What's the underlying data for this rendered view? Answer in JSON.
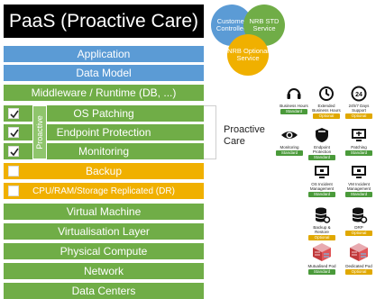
{
  "title": "PaaS (Proactive Care)",
  "layers": {
    "application": "Application",
    "data_model": "Data Model",
    "middleware": "Middleware / Runtime (DB, ...)",
    "os_patching": "OS Patching",
    "endpoint_protection": "Endpoint Protection",
    "monitoring": "Monitoring",
    "backup": "Backup",
    "replication": "CPU/RAM/Storage Replicated (DR)",
    "virtual_machine": "Virtual Machine",
    "virtualisation": "Virtualisation Layer",
    "physical_compute": "Physical Compute",
    "network": "Network",
    "data_centers": "Data Centers"
  },
  "proactive_strip": "Proactive",
  "proactive_label": "Proactive Care",
  "legend": {
    "customer": "Customer Controlled",
    "nrb_std": "NRB STD Service",
    "nrb_optional": "NRB Optional Service"
  },
  "colors": {
    "blue": "#5b9bd5",
    "green": "#70ad47",
    "gold": "#f0b000",
    "black": "#000000"
  },
  "services": [
    {
      "icon": "headset-icon",
      "label": "Business Hours",
      "tag": "Standard",
      "kind": "std"
    },
    {
      "icon": "clock-icon",
      "label": "Extended Business Hours",
      "tag": "Optional",
      "kind": "opt"
    },
    {
      "icon": "24-7-icon",
      "label": "24h/7 Days Support",
      "tag": "Optional",
      "kind": "opt"
    },
    {
      "icon": "eye-icon",
      "label": "Monitoring",
      "tag": "Standard",
      "kind": "std"
    },
    {
      "icon": "shield-icon",
      "label": "Endpoint Protection",
      "tag": "Standard",
      "kind": "std"
    },
    {
      "icon": "patch-icon",
      "label": "Patching",
      "tag": "Standard",
      "kind": "std"
    },
    {
      "icon": "monitor-icon",
      "label": "OS Incident Management",
      "tag": "Standard",
      "kind": "std"
    },
    {
      "icon": "monitor-icon",
      "label": "VM Incident Management",
      "tag": "Standard",
      "kind": "std"
    },
    {
      "icon": "database-icon",
      "label": "Backup & Restore",
      "tag": "Optional",
      "kind": "opt"
    },
    {
      "icon": "database-icon",
      "label": "DRP",
      "tag": "Optional",
      "kind": "opt"
    },
    {
      "icon": "server-pod-icon",
      "label": "Mutualised Pod",
      "tag": "Standard",
      "kind": "std"
    },
    {
      "icon": "server-pod-icon",
      "label": "Dedicated Pod",
      "tag": "Optional",
      "kind": "opt"
    }
  ]
}
